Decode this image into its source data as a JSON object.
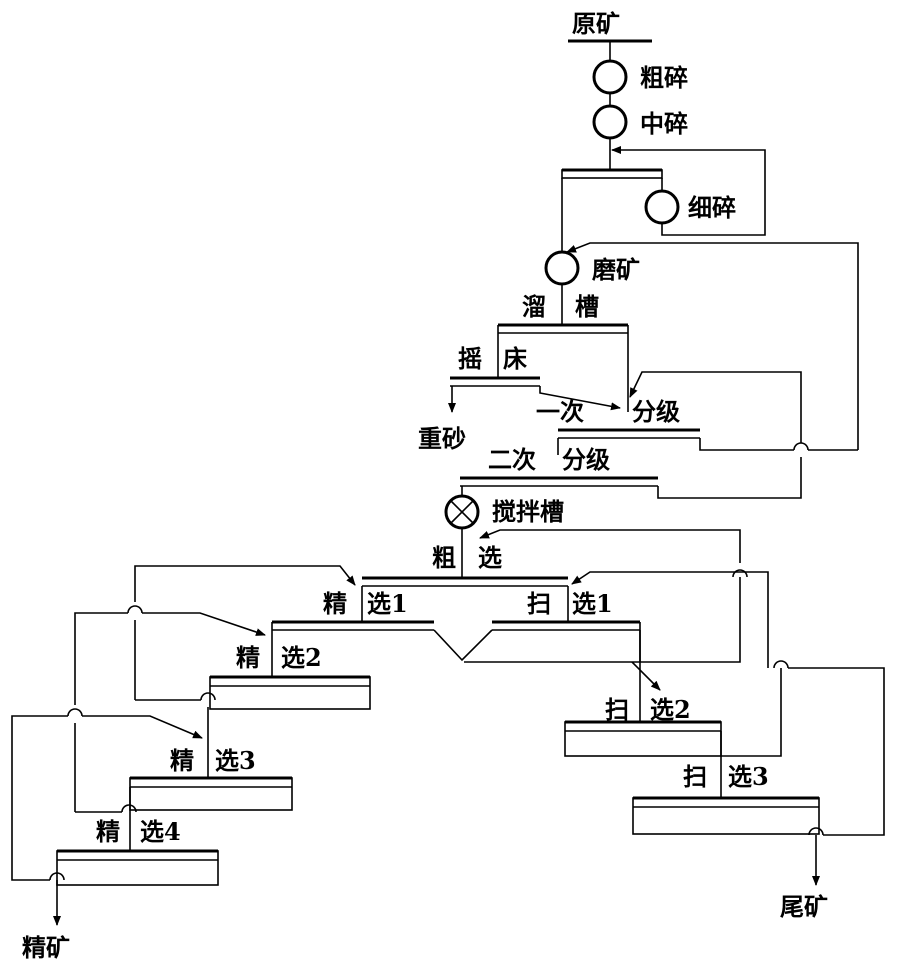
{
  "labels": {
    "raw_ore": "原矿",
    "coarse_crush": "粗碎",
    "medium_crush": "中碎",
    "fine_crush": "细碎",
    "grinding": "磨矿",
    "sluice_a": "溜",
    "sluice_b": "槽",
    "table_a": "摇",
    "table_b": "床",
    "heavy_sand": "重砂",
    "class1_a": "一次",
    "class1_b": "分级",
    "class2_a": "二次",
    "class2_b": "分级",
    "agitator": "搅拌槽",
    "rough_a": "粗",
    "rough_b": "选",
    "clean1_a": "精",
    "clean1_b": "选1",
    "scav1_a": "扫",
    "scav1_b": "选1",
    "clean2_a": "精",
    "clean2_b": "选2",
    "scav2_a": "扫",
    "scav2_b": "选2",
    "clean3_a": "精",
    "clean3_b": "选3",
    "scav3_a": "扫",
    "scav3_b": "选3",
    "clean4_a": "精",
    "clean4_b": "选4",
    "concentrate": "精矿",
    "tailings": "尾矿"
  }
}
